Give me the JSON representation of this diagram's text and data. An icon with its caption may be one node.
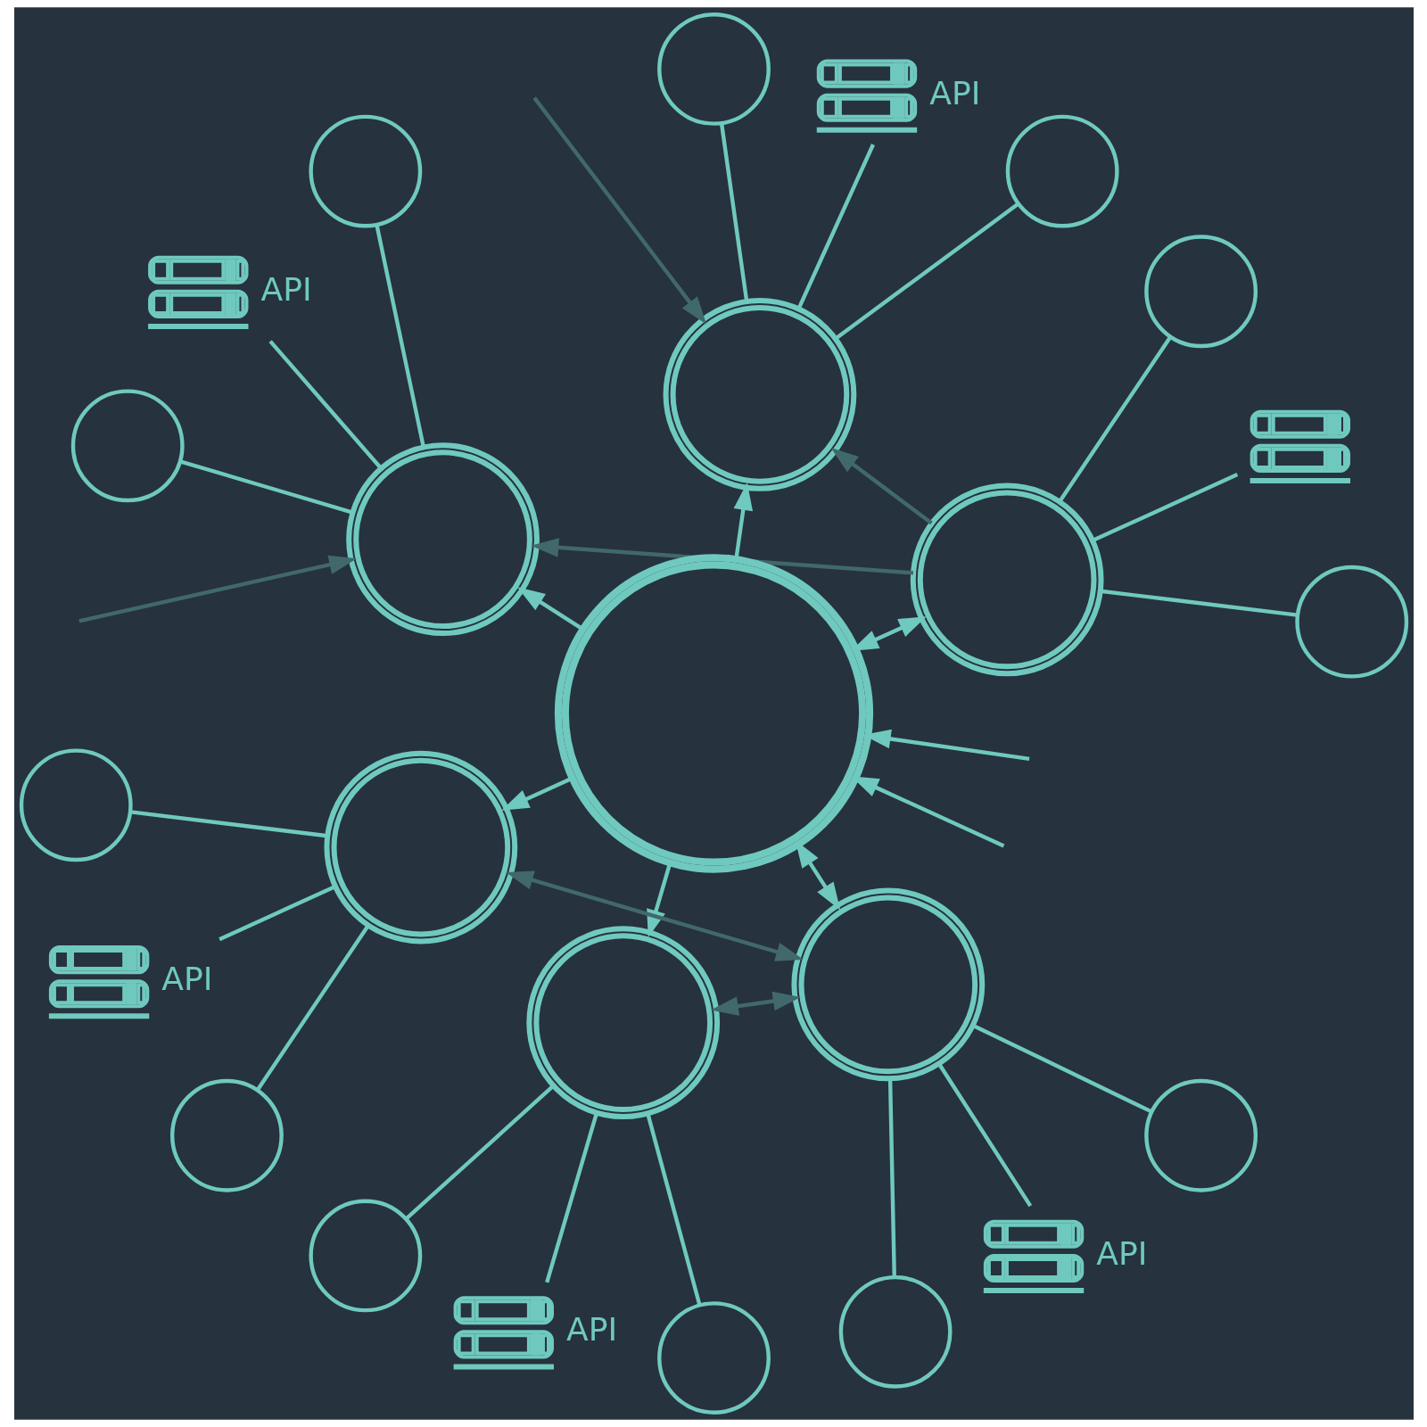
{
  "diagram": {
    "nodes": [
      {
        "text": [],
        "shape": "circle"
      },
      {
        "text": [],
        "shape": "picture"
      },
      {
        "text": [],
        "shape": "circle"
      },
      {
        "text": [],
        "shape": "circle"
      },
      {
        "text": [],
        "shape": "circle"
      },
      {
        "text": [],
        "shape": "picture",
        "beside": [
          "API"
        ]
      },
      {
        "text": [],
        "shape": "circle"
      },
      {
        "text": [],
        "shape": "circle"
      },
      {
        "text": [],
        "shape": "circle"
      },
      {
        "text": [],
        "shape": "picture",
        "beside": [
          "API"
        ]
      },
      {
        "text": [],
        "shape": "circle"
      },
      {
        "text": [],
        "shape": "circle"
      },
      {
        "text": [],
        "shape": "circle"
      },
      {
        "text": [],
        "shape": "circle"
      },
      {
        "text": [],
        "shape": "circle"
      },
      {
        "text": [],
        "shape": "picture",
        "beside": [
          "API"
        ]
      },
      {
        "text": [],
        "shape": "circle"
      },
      {
        "text": [],
        "shape": "circle"
      },
      {
        "text": [],
        "shape": "circle"
      },
      {
        "text": [],
        "shape": "picture",
        "beside": [
          "API"
        ]
      },
      {
        "text": [],
        "shape": "circle"
      },
      {
        "text": [],
        "shape": "circle"
      },
      {
        "text": [],
        "shape": "circle"
      },
      {
        "text": [],
        "shape": "picture",
        "beside": [
          "API"
        ]
      },
      {
        "text": [],
        "shape": "circle"
      }
    ],
    "edges": [
      {
        "from": 12,
        "to": 3,
        "arrow": "both"
      },
      {
        "from": 12,
        "to": 10,
        "arrow": "to"
      },
      {
        "from": 12,
        "to": 17,
        "arrow": "to"
      },
      {
        "from": 12,
        "to": 21,
        "arrow": "both"
      },
      {
        "from": 12,
        "to": 13,
        "arrow": "to"
      },
      {
        "from": 12,
        "to": 7,
        "arrow": "to"
      },
      {
        "from": null,
        "to": 12,
        "arrow": "to"
      },
      {
        "from": null,
        "to": 12,
        "arrow": "to"
      },
      {
        "from": 3,
        "to": 7,
        "arrow": "to",
        "color": "#41686b"
      },
      {
        "from": 3,
        "to": 10,
        "arrow": "to",
        "color": "#41686b"
      },
      {
        "from": 13,
        "to": 21,
        "arrow": "both",
        "color": "#41686b"
      },
      {
        "from": 21,
        "to": 17,
        "arrow": "both",
        "color": "#41686b"
      },
      {
        "from": null,
        "to": 7,
        "arrow": "to",
        "color": "#41686b"
      },
      {
        "from": null,
        "to": 10,
        "arrow": "to",
        "color": "#41686b"
      },
      {
        "from": 3,
        "to": 0,
        "arrow": "none"
      },
      {
        "from": 3,
        "to": 1,
        "arrow": "none"
      },
      {
        "from": 3,
        "to": 2,
        "arrow": "none"
      },
      {
        "from": 7,
        "to": 4,
        "arrow": "none"
      },
      {
        "from": 7,
        "to": 5,
        "arrow": "none"
      },
      {
        "from": 7,
        "to": 6,
        "arrow": "none"
      },
      {
        "from": 10,
        "to": 8,
        "arrow": "none"
      },
      {
        "from": 10,
        "to": 9,
        "arrow": "none"
      },
      {
        "from": 10,
        "to": 11,
        "arrow": "none"
      },
      {
        "from": 13,
        "to": 14,
        "arrow": "none"
      },
      {
        "from": 13,
        "to": 15,
        "arrow": "none"
      },
      {
        "from": 13,
        "to": 16,
        "arrow": "none"
      },
      {
        "from": 17,
        "to": 18,
        "arrow": "none"
      },
      {
        "from": 17,
        "to": 19,
        "arrow": "none"
      },
      {
        "from": 17,
        "to": 20,
        "arrow": "none"
      },
      {
        "from": 21,
        "to": 22,
        "arrow": "none"
      },
      {
        "from": 21,
        "to": 23,
        "arrow": "none"
      },
      {
        "from": 21,
        "to": 24,
        "arrow": "none"
      }
    ]
  }
}
